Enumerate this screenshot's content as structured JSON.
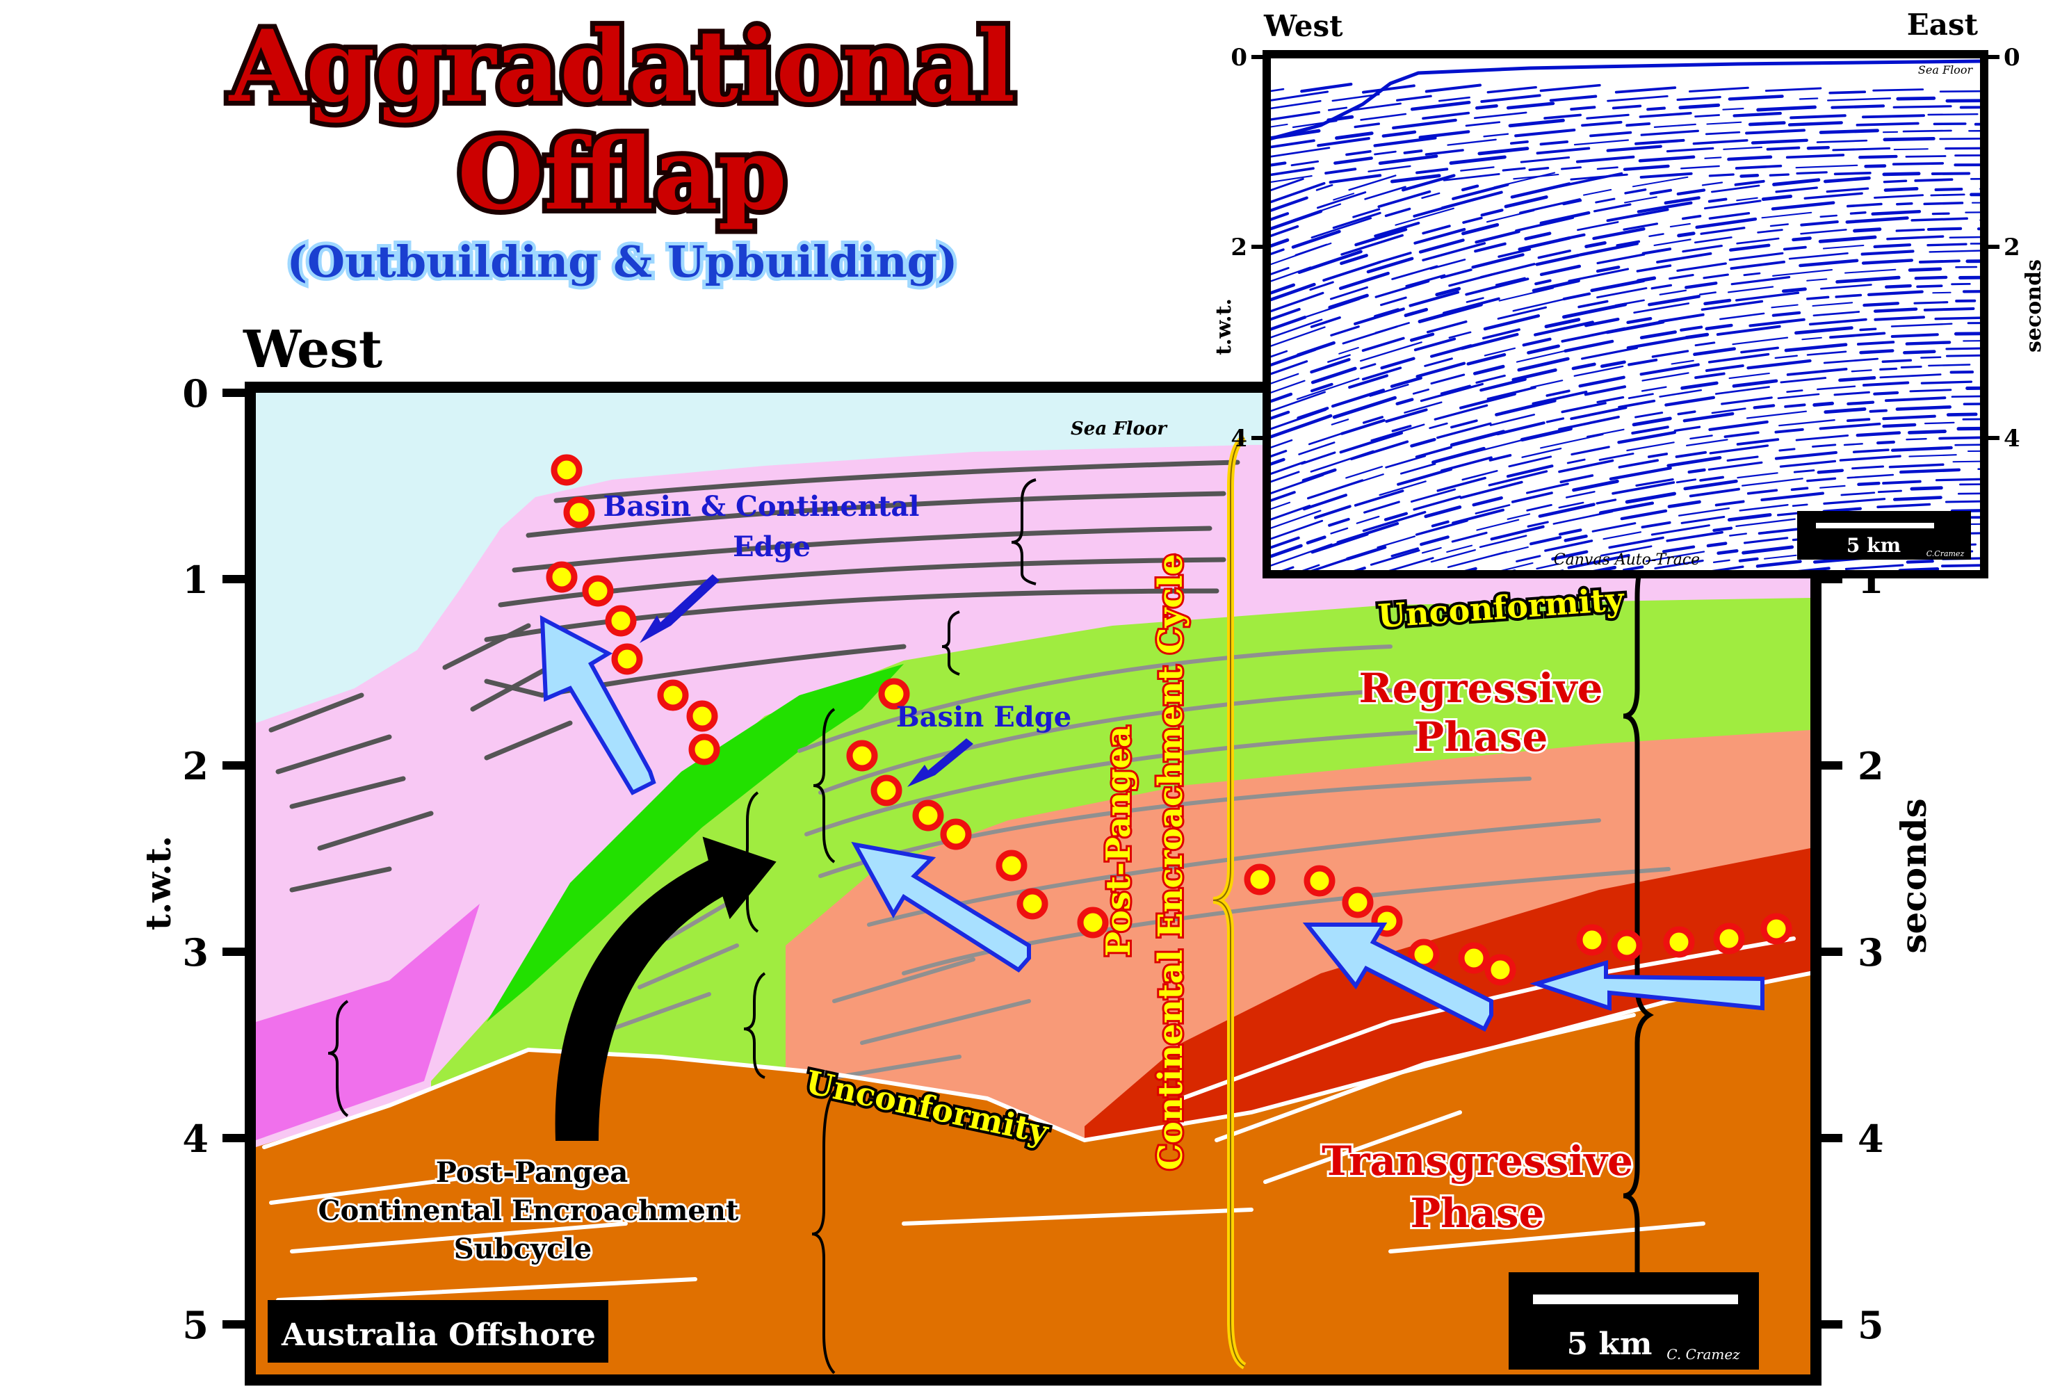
{
  "title": {
    "line1": "Aggradational",
    "line2": "Offlap",
    "subtitle": "(Outbuilding & Upbuilding)"
  },
  "main_section": {
    "west_label": "West",
    "y_axis_left_title": "t.w.t.",
    "y_axis_right_title": "seconds",
    "y_ticks_left": [
      "0",
      "1",
      "2",
      "3",
      "4",
      "5"
    ],
    "y_ticks_right": [
      "1",
      "2",
      "3",
      "4",
      "5"
    ],
    "sea_floor_label": "Sea Floor",
    "location_label": "Australia Offshore",
    "scale_label": "5 km",
    "credit": "C. Cramez",
    "annotations": {
      "basin_continental_edge_1": "Basin & Continental",
      "basin_continental_edge_2": "Edge",
      "basin_edge": "Basin Edge",
      "unconformity_upper": "Unconformity",
      "unconformity_lower": "Unconformity",
      "regressive_1": "Regressive",
      "regressive_2": "Phase",
      "transgressive_1": "Transgressive",
      "transgressive_2": "Phase",
      "cycle_vertical_1": "Post-Pangea",
      "cycle_vertical_2": "Continental Encroachment Cycle",
      "subcycle_1": "Post-Pangea",
      "subcycle_2": "Continental Encroachment",
      "subcycle_3": "Subcycle"
    }
  },
  "inset": {
    "west_label": "West",
    "east_label": "East",
    "y_ticks_left": [
      "0",
      "2",
      "4"
    ],
    "y_ticks_right": [
      "0",
      "2",
      "4"
    ],
    "y_axis_left_title": "t.w.t.",
    "y_axis_right_title": "seconds",
    "sea_floor_label": "Sea Floor",
    "bottom_label": "Canvas Auto-Trace",
    "scale_label": "5 km",
    "credit": "C.Cramez"
  },
  "colors": {
    "title_fill": "#cc0000",
    "title_outline": "#ff2020",
    "subtitle_fill": "#1a3fd0",
    "subtitle_glow": "#7ec8ff",
    "water": "#d8f4f8",
    "pink_light": "#f8c8f4",
    "pink": "#f070ec",
    "green_bright": "#22e000",
    "green_light": "#a0ec40",
    "salmon": "#f89a78",
    "red": "#d82800",
    "orange": "#e07000",
    "seismic_blue": "#0010cc",
    "marker_fill": "#ffff00",
    "marker_ring": "#ee1010",
    "arrow_fill": "#a8e0ff",
    "arrow_edge": "#1a2ae0",
    "text_blue": "#1a1ad0",
    "text_red": "#dd0000",
    "text_yellow": "#ffff00"
  }
}
